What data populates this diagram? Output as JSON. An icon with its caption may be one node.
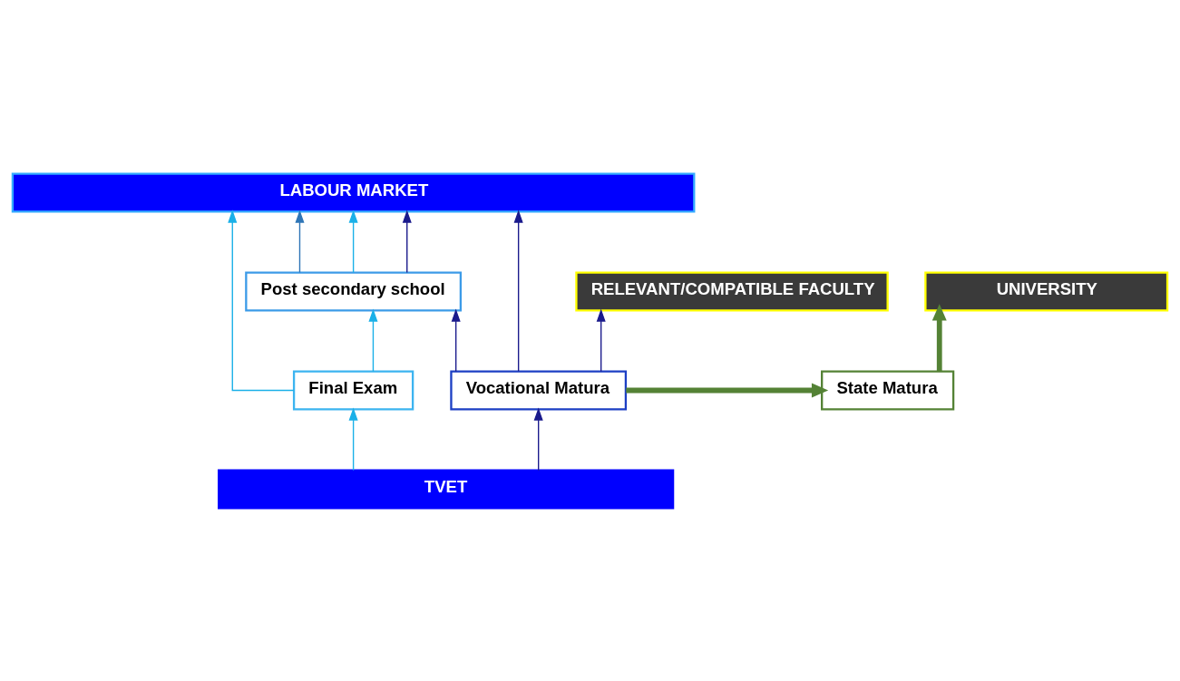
{
  "diagram": {
    "nodes": [
      {
        "text": [
          "LABOUR MARKET"
        ]
      },
      {
        "text": [
          "RELEVANT/COMPATIBLE FACULTY"
        ]
      },
      {
        "text": [
          "UNIVERSITY"
        ]
      },
      {
        "text": [
          "Post secondary school"
        ]
      },
      {
        "text": [
          "Final Exam"
        ]
      },
      {
        "text": [
          "Vocational Matura"
        ]
      },
      {
        "text": [
          "State Matura"
        ]
      },
      {
        "text": [
          "TVET"
        ]
      }
    ],
    "edges": [
      {
        "from": 3,
        "to": 0,
        "arrow": "to",
        "color": "#2e75b6"
      },
      {
        "from": 3,
        "to": 0,
        "arrow": "to",
        "color": "#1ab0e8"
      },
      {
        "from": 3,
        "to": 0,
        "arrow": "to",
        "color": "#1a1a8c"
      },
      {
        "from": 4,
        "to": 0,
        "arrow": "to",
        "color": "#1ab0e8"
      },
      {
        "from": 5,
        "to": 0,
        "arrow": "to",
        "color": "#1a1a8c"
      },
      {
        "from": 4,
        "to": 3,
        "arrow": "to",
        "color": "#1ab0e8"
      },
      {
        "from": 5,
        "to": 3,
        "arrow": "to",
        "color": "#1a1a8c"
      },
      {
        "from": 5,
        "to": 1,
        "arrow": "to",
        "color": "#1a1a8c"
      },
      {
        "from": 5,
        "to": 6,
        "arrow": "to",
        "style": "thick",
        "color": "#548235"
      },
      {
        "from": 6,
        "to": 2,
        "arrow": "to",
        "style": "thick",
        "color": "#548235"
      },
      {
        "from": 7,
        "to": 4,
        "arrow": "to",
        "color": "#1ab0e8"
      },
      {
        "from": 7,
        "to": 5,
        "arrow": "to",
        "color": "#1a1a8c"
      }
    ]
  }
}
